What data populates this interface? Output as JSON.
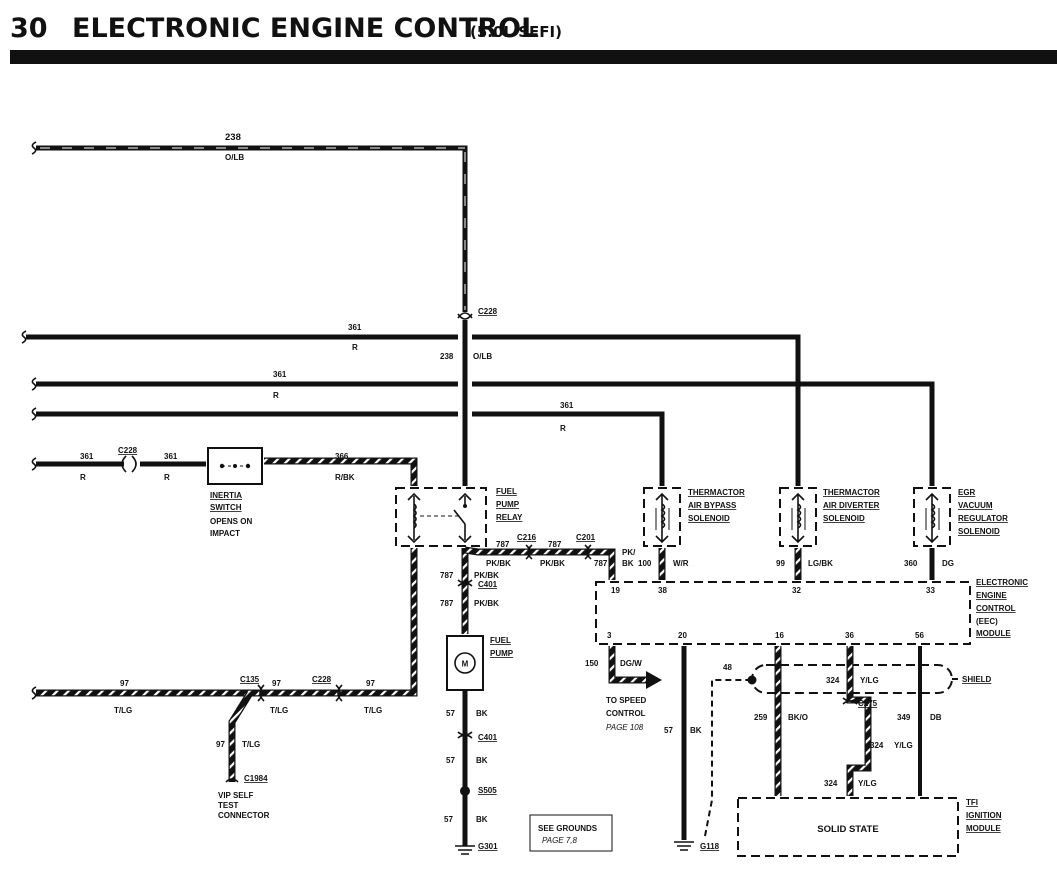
{
  "header": {
    "page_number": "30",
    "title": "ELECTRONIC ENGINE CONTROL",
    "subtitle": "(5.0L SEFI)"
  },
  "wires": {
    "w238_top": {
      "circuit": "238",
      "color": "O/LB"
    },
    "w238_mid": {
      "circuit": "238",
      "color": "O/LB"
    },
    "w361_a": {
      "circuit": "361",
      "color": "R"
    },
    "w361_b": {
      "circuit": "361",
      "color": "R"
    },
    "w361_c": {
      "circuit": "361",
      "color": "R"
    },
    "w361_d1": {
      "circuit": "361",
      "color": "R"
    },
    "w361_d2": {
      "circuit": "361",
      "color": "R"
    },
    "w366": {
      "circuit": "366",
      "color": "R/BK"
    },
    "w787_a": {
      "circuit": "787",
      "color": "PK/BK"
    },
    "w787_b": {
      "circuit": "787",
      "color": "PK/BK"
    },
    "w787_c": {
      "circuit": "787",
      "color": "PK/BK"
    },
    "w787_d": {
      "circuit": "787",
      "color": "PK/BK"
    },
    "w787_e": {
      "circuit": "787",
      "color": "PK/\nBK"
    },
    "w100": {
      "circuit": "100",
      "color": "W/R"
    },
    "w99": {
      "circuit": "99",
      "color": "LG/BK"
    },
    "w360": {
      "circuit": "360",
      "color": "DG"
    },
    "w97_a": {
      "circuit": "97",
      "color": "T/LG"
    },
    "w97_b": {
      "circuit": "97",
      "color": "T/LG"
    },
    "w97_c": {
      "circuit": "97",
      "color": "T/LG"
    },
    "w97_d": {
      "circuit": "97",
      "color": "T/LG"
    },
    "w57_a": {
      "circuit": "57",
      "color": "BK"
    },
    "w57_b": {
      "circuit": "57",
      "color": "BK"
    },
    "w57_c": {
      "circuit": "57",
      "color": "BK"
    },
    "w57_d": {
      "circuit": "57",
      "color": "BK"
    },
    "w150": {
      "circuit": "150",
      "color": "DG/W"
    },
    "w48": {
      "circuit": "48"
    },
    "w259": {
      "circuit": "259",
      "color": "BK/O"
    },
    "w324_a": {
      "circuit": "324",
      "color": "Y/LG"
    },
    "w324_b": {
      "circuit": "324",
      "color": "Y/LG"
    },
    "w324_c": {
      "circuit": "324",
      "color": "Y/LG"
    },
    "w349": {
      "circuit": "349",
      "color": "DB"
    }
  },
  "connectors": {
    "c228_top": "C228",
    "c228_left": "C228",
    "c228_bottom": "C228",
    "c216": "C216",
    "c201": "C201",
    "c401_a": "C401",
    "c401_b": "C401",
    "c135": "C135",
    "c1984": "C1984",
    "c275": "C275"
  },
  "splices": {
    "s505": "S505"
  },
  "grounds": {
    "g301": "G301",
    "g118": "G118"
  },
  "components": {
    "inertia_switch": {
      "name_lines": [
        "INERTIA",
        "SWITCH"
      ],
      "note_lines": [
        "OPENS ON",
        "IMPACT"
      ]
    },
    "fuel_pump_relay": {
      "name_lines": [
        "FUEL",
        "PUMP",
        "RELAY"
      ]
    },
    "fuel_pump": {
      "name_lines": [
        "FUEL",
        "PUMP"
      ]
    },
    "thermactor_air_bypass": {
      "name_lines": [
        "THERMACTOR",
        "AIR BYPASS",
        "SOLENOID"
      ]
    },
    "thermactor_air_diverter": {
      "name_lines": [
        "THERMACTOR",
        "AIR DIVERTER",
        "SOLENOID"
      ]
    },
    "egr_vacuum_regulator": {
      "name_lines": [
        "EGR",
        "VACUUM",
        "REGULATOR",
        "SOLENOID"
      ]
    },
    "eec_module": {
      "name_lines": [
        "ELECTRONIC",
        "ENGINE",
        "CONTROL",
        "(EEC)",
        "MODULE"
      ],
      "pins": [
        "19",
        "38",
        "32",
        "33",
        "3",
        "20",
        "16",
        "36",
        "56"
      ]
    },
    "tfi_module": {
      "name_lines": [
        "TFI",
        "IGNITION",
        "MODULE"
      ],
      "body_label": "SOLID STATE"
    },
    "shield": {
      "label": "SHIELD"
    },
    "vip_connector": {
      "name_lines": [
        "VIP SELF",
        "TEST",
        "CONNECTOR"
      ]
    },
    "motor_symbol": "M"
  },
  "notes": {
    "speed_control": {
      "lines": [
        "TO SPEED",
        "CONTROL"
      ],
      "page_ref": "PAGE 108"
    },
    "grounds_ref": {
      "lines": [
        "SEE GROUNDS"
      ],
      "page_ref": "PAGE 7,8"
    }
  }
}
